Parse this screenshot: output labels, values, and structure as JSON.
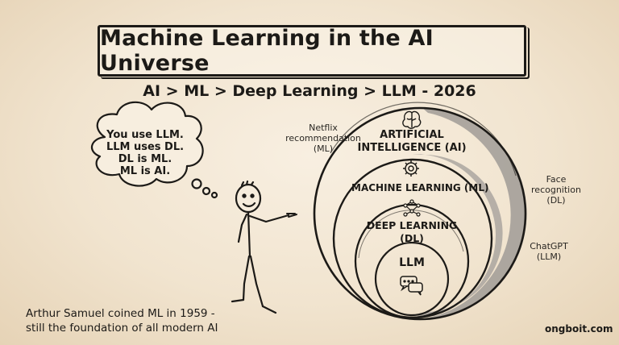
{
  "title": "Machine Learning in the AI Universe",
  "subtitle": "AI > ML > Deep Learning > LLM - 2026",
  "thought_bubble": {
    "lines": [
      "You use LLM.",
      "LLM uses DL.",
      "DL is ML.",
      "ML is AI."
    ]
  },
  "rings": {
    "ai": {
      "line1": "ARTIFICIAL",
      "line2": "INTELLIGENCE (AI)",
      "icon": "brain-icon"
    },
    "ml": {
      "label": "MACHINE LEARNING (ML)",
      "icon": "gear-icon"
    },
    "dl": {
      "line1": "DEEP LEARNING",
      "line2": "(DL)",
      "icon": "neural-network-icon"
    },
    "llm": {
      "label": "LLM",
      "icon": "chat-bubbles-icon"
    }
  },
  "examples": {
    "netflix": {
      "line1": "Netflix",
      "line2": "recommendation",
      "line3": "(ML)"
    },
    "face": {
      "line1": "Face",
      "line2": "recognition",
      "line3": "(DL)"
    },
    "chatgpt": {
      "line1": "ChatGPT",
      "line2": "(LLM)"
    }
  },
  "footer": {
    "line1": "Arthur Samuel coined ML in 1959 -",
    "line2": "still the foundation of all modern AI"
  },
  "brand": "ongboit.com",
  "colors": {
    "ink": "#1c1a17",
    "paper": "#f4e9d7",
    "shade": "#9e9a95"
  }
}
